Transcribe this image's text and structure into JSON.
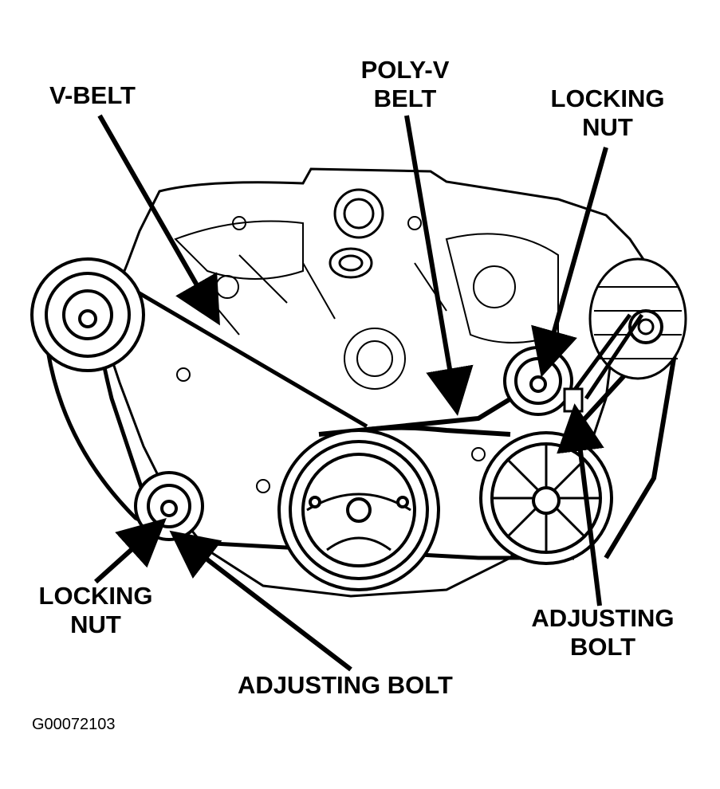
{
  "labels": {
    "v_belt": "V-BELT",
    "poly_v_belt_line1": "POLY-V",
    "poly_v_belt_line2": "BELT",
    "locking_nut_right_line1": "LOCKING",
    "locking_nut_right_line2": "NUT",
    "locking_nut_left_line1": "LOCKING",
    "locking_nut_left_line2": "NUT",
    "adjusting_bolt_bottom": "ADJUSTING BOLT",
    "adjusting_bolt_right_line1": "ADJUSTING",
    "adjusting_bolt_right_line2": "BOLT"
  },
  "figure_id": "G00072103",
  "colors": {
    "ink": "#000000",
    "paper": "#ffffff"
  }
}
